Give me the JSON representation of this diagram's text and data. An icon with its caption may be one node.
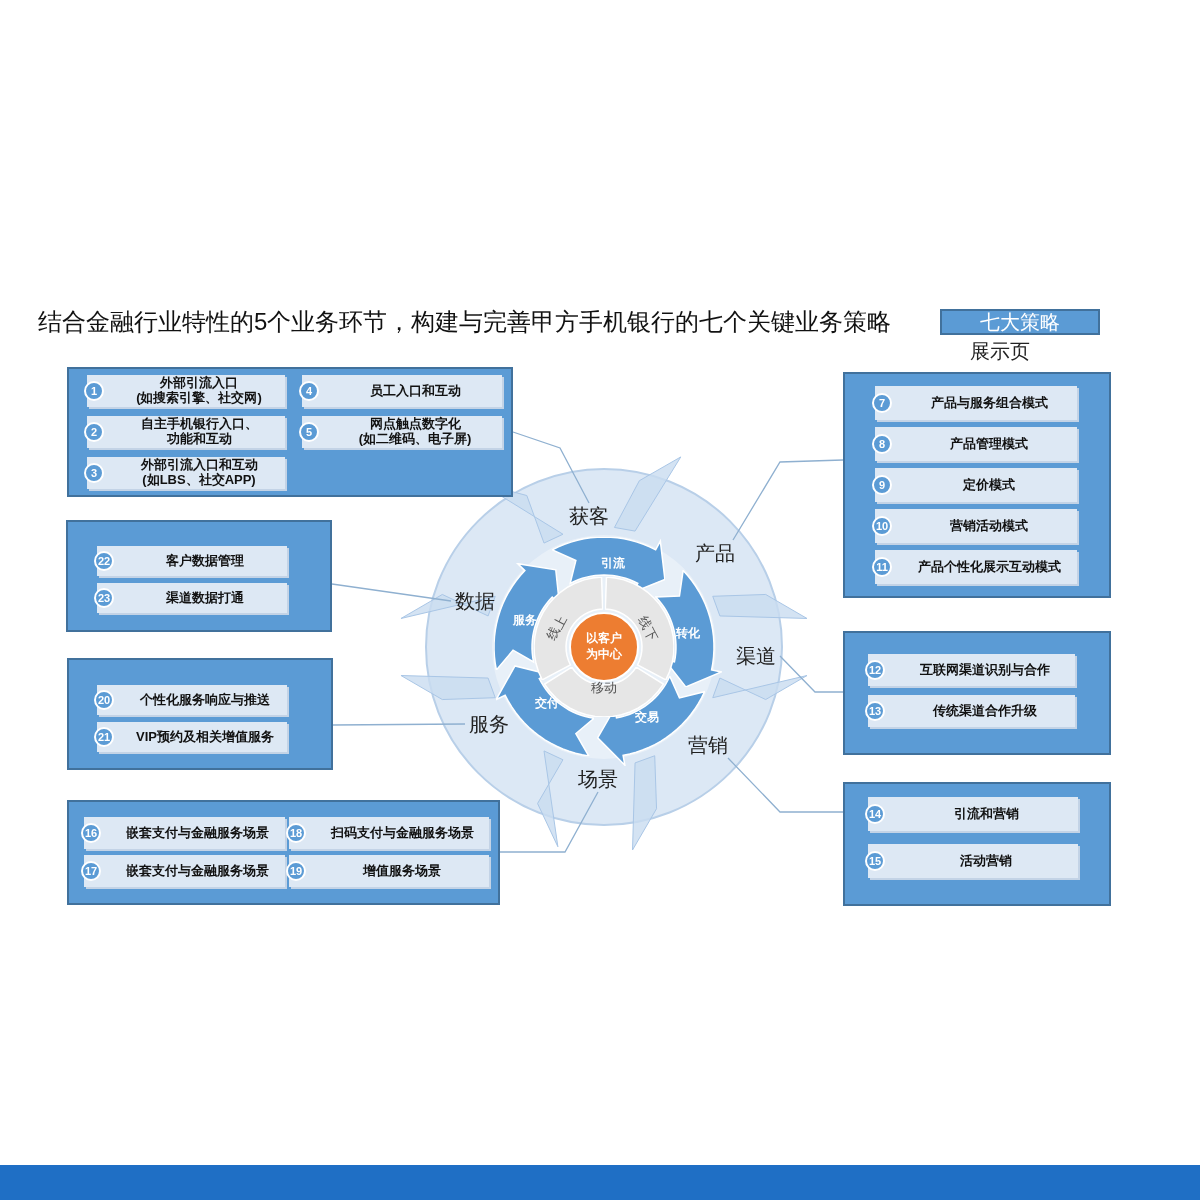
{
  "diagram": {
    "title": "结合金融行业特性的5个业务环节，构建与完善甲方手机银行的七个关键业务策略",
    "nodes": [
      {
        "text": [
          "七大策略"
        ]
      },
      {
        "text": [],
        "shape": "box"
      },
      {
        "text": [
          "1",
          "外部引流入口 (如搜索引擎、社交网)"
        ],
        "in": 1
      },
      {
        "text": [
          "2",
          "自主手机银行入口、功能和互动"
        ],
        "in": 1
      },
      {
        "text": [
          "3",
          "外部引流入口和互动 (如LBS、社交APP)"
        ],
        "in": 1
      },
      {
        "text": [
          "4",
          "员工入口和互动"
        ],
        "in": 1
      },
      {
        "text": [
          "5",
          "网点触点数字化 (如二维码、电子屏)"
        ],
        "in": 1
      },
      {
        "text": [],
        "shape": "box"
      },
      {
        "text": [
          "7",
          "产品与服务组合模式"
        ],
        "in": 7
      },
      {
        "text": [
          "8",
          "产品管理模式"
        ],
        "in": 7
      },
      {
        "text": [
          "9",
          "定价模式"
        ],
        "in": 7
      },
      {
        "text": [
          "10",
          "营销活动模式"
        ],
        "in": 7
      },
      {
        "text": [
          "11",
          "产品个性化展示互动模式"
        ],
        "in": 7
      },
      {
        "text": [],
        "shape": "box"
      },
      {
        "text": [
          "22",
          "客户数据管理"
        ],
        "in": 13
      },
      {
        "text": [
          "23",
          "渠道数据打通"
        ],
        "in": 13
      },
      {
        "text": [],
        "shape": "box"
      },
      {
        "text": [
          "20",
          "个性化服务响应与推送"
        ],
        "in": 16
      },
      {
        "text": [
          "21",
          "VIP预约及相关增值服务"
        ],
        "in": 16
      },
      {
        "text": [],
        "shape": "box"
      },
      {
        "text": [
          "16",
          "嵌套支付与金融服务场景"
        ],
        "in": 19
      },
      {
        "text": [
          "17",
          "嵌套支付与金融服务场景"
        ],
        "in": 19
      },
      {
        "text": [
          "18",
          "扫码支付与金融服务场景"
        ],
        "in": 19
      },
      {
        "text": [
          "19",
          "增值服务场景"
        ],
        "in": 19
      },
      {
        "text": [],
        "shape": "box"
      },
      {
        "text": [
          "12",
          "互联网渠道识别与合作"
        ],
        "in": 24
      },
      {
        "text": [
          "13",
          "传统渠道合作升级"
        ],
        "in": 24
      },
      {
        "text": [],
        "shape": "box"
      },
      {
        "text": [
          "14",
          "引流和营销"
        ],
        "in": 27
      },
      {
        "text": [
          "15",
          "活动营销"
        ],
        "in": 27
      },
      {
        "text": [
          "获客"
        ]
      },
      {
        "text": [
          "产品"
        ]
      },
      {
        "text": [
          "渠道"
        ]
      },
      {
        "text": [
          "营销"
        ]
      },
      {
        "text": [
          "场景"
        ]
      },
      {
        "text": [
          "服务"
        ]
      },
      {
        "text": [
          "数据"
        ]
      },
      {
        "text": [
          "引流"
        ]
      },
      {
        "text": [
          "转化"
        ]
      },
      {
        "text": [
          "交易"
        ]
      },
      {
        "text": [
          "交付"
        ]
      },
      {
        "text": [
          "服务"
        ]
      },
      {
        "text": [
          "线上"
        ]
      },
      {
        "text": [
          "线下"
        ]
      },
      {
        "text": [
          "移动"
        ]
      },
      {
        "text": [
          "以客户为中心"
        ]
      }
    ],
    "edges": [
      {
        "from": 1,
        "to": 30,
        "arrow": "none"
      },
      {
        "from": 7,
        "to": 31,
        "arrow": "none"
      },
      {
        "from": 24,
        "to": 32,
        "arrow": "none"
      },
      {
        "from": 27,
        "to": 33,
        "arrow": "none"
      },
      {
        "from": 19,
        "to": 34,
        "arrow": "none"
      },
      {
        "from": 16,
        "to": 35,
        "arrow": "none"
      },
      {
        "from": 13,
        "to": 36,
        "arrow": "none"
      }
    ],
    "labels": [
      "展示页"
    ]
  }
}
